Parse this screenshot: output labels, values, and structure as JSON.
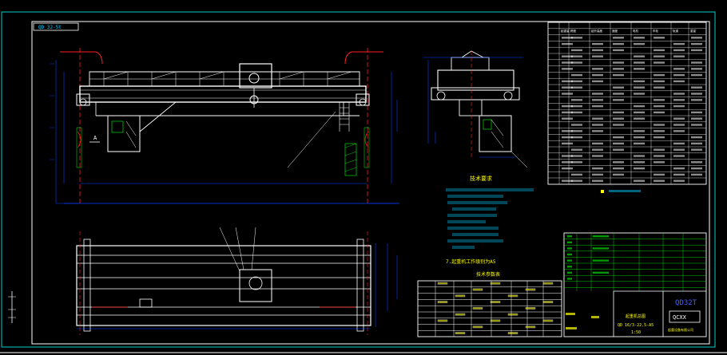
{
  "drawing": {
    "doc_label": "QD 32-5t",
    "tb_title_right": "QD32T",
    "tb_title_center": "起重机总图",
    "tb_drawing_no": "QD 16/3-22.5-A5",
    "tb_scale": "1:50",
    "tb_company": "起重设备有限公司",
    "tb_logo": "QCXX",
    "notes_heading": "技术要求",
    "note_item": "7.起重机工作级别为A5",
    "param_heading": "技术参数表",
    "spec_header": [
      "起重量",
      "跨度",
      "起升高度",
      "速度",
      "电机",
      "车轮",
      "轨道",
      "重量"
    ]
  },
  "colors": {
    "background": "#000000",
    "structure": "#ffffff",
    "dimension": "#0040ff",
    "centerline": "#ff2020",
    "hatch": "#00ff00",
    "text": "#ffff00",
    "frame": "#ffffff"
  }
}
